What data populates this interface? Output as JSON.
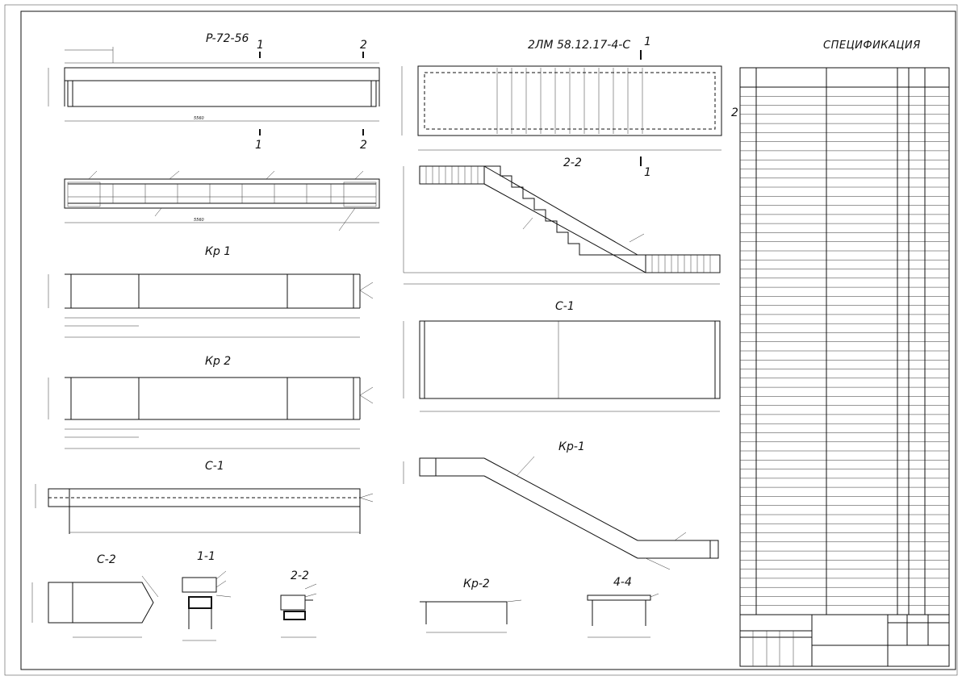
{
  "views": {
    "beam_title": "P-72-56",
    "stair_title": "2ЛМ 58.12.17-4-С",
    "section_2_2_title": "2-2",
    "s1_title": "С-1",
    "kp1_title": "Кр 1",
    "kp2_title": "Кр 2",
    "c1_left_title": "С-1",
    "c2_title": "С-2",
    "sec11_title": "1-1",
    "sec22_title": "2-2",
    "kp1_right_title": "Кр-1",
    "kp2_bottom_title": "Кр-2",
    "sec44_title": "4-4"
  },
  "section_marks": {
    "one": "1",
    "two": "2"
  },
  "spec": {
    "title": "СПЕЦИФИКАЦИЯ",
    "row_count": 58
  }
}
